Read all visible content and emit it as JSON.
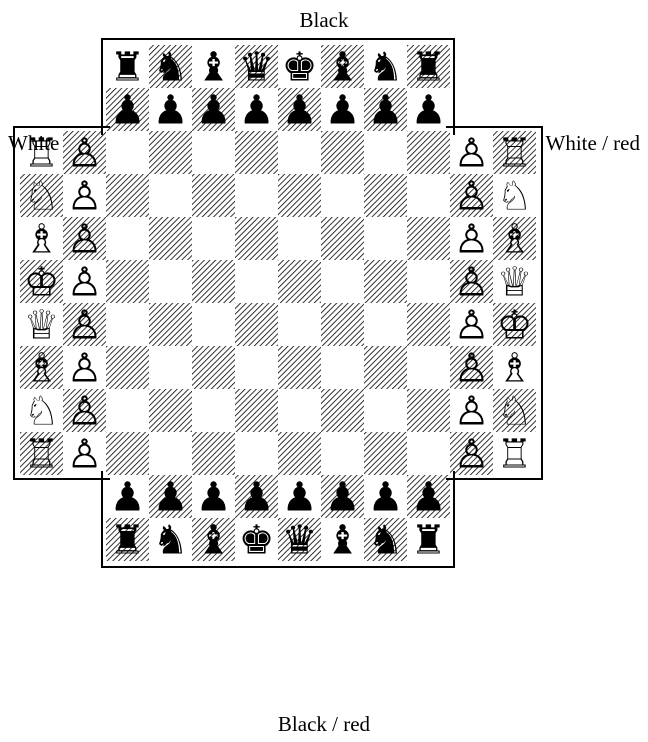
{
  "labels": {
    "top": "Black",
    "left": "White",
    "right": "White / red",
    "bottom": "Black / red"
  },
  "board": {
    "files": 12,
    "ranks": 12,
    "corner_cut": 2,
    "dark_on_odd_sum": true
  },
  "glyphs": {
    "wK": "♔",
    "wQ": "♕",
    "wR": "♖",
    "wB": "♗",
    "wN": "♘",
    "wP": "♙",
    "bK": "♚",
    "bQ": "♛",
    "bR": "♜",
    "bB": "♝",
    "bN": "♞",
    "bP": "♟"
  },
  "armies": {
    "top": {
      "side": "top",
      "back": [
        "bR",
        "bN",
        "bB",
        "bQ",
        "bK",
        "bB",
        "bN",
        "bR"
      ],
      "pawn": "bP"
    },
    "bottom": {
      "side": "bottom",
      "back": [
        "bR",
        "bN",
        "bB",
        "bK",
        "bQ",
        "bB",
        "bN",
        "bR"
      ],
      "pawn": "bP"
    },
    "left": {
      "side": "left",
      "back": [
        "wR",
        "wN",
        "wB",
        "wK",
        "wQ",
        "wB",
        "wN",
        "wR"
      ],
      "pawn": "wP"
    },
    "right": {
      "side": "right",
      "back": [
        "wR",
        "wN",
        "wB",
        "wQ",
        "wK",
        "wB",
        "wN",
        "wR"
      ],
      "pawn": "wP"
    }
  },
  "colors": {
    "ink": "#000000",
    "paper": "#ffffff"
  }
}
